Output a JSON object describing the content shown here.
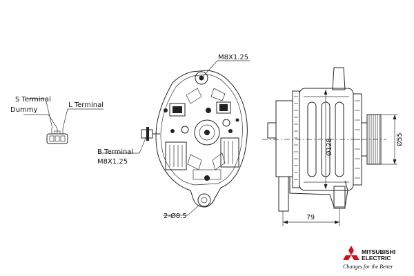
{
  "connector": {
    "s_terminal": "S Terminal",
    "dummy": "Dummy",
    "l_terminal": "L Terminal"
  },
  "rear_view": {
    "bolt_top": "M8X1.25",
    "b_terminal": "B Terminal",
    "b_terminal_thread": "M8X1.25",
    "mount_holes": "2-Ø8.5"
  },
  "side_view": {
    "body_diameter": "Ø128",
    "pulley_diameter": "Ø55",
    "length": "79"
  },
  "brand": {
    "line1": "MITSUBISHI",
    "line2": "ELECTRIC",
    "tagline": "Changes for the Better",
    "logo_color": "#d0101b"
  }
}
